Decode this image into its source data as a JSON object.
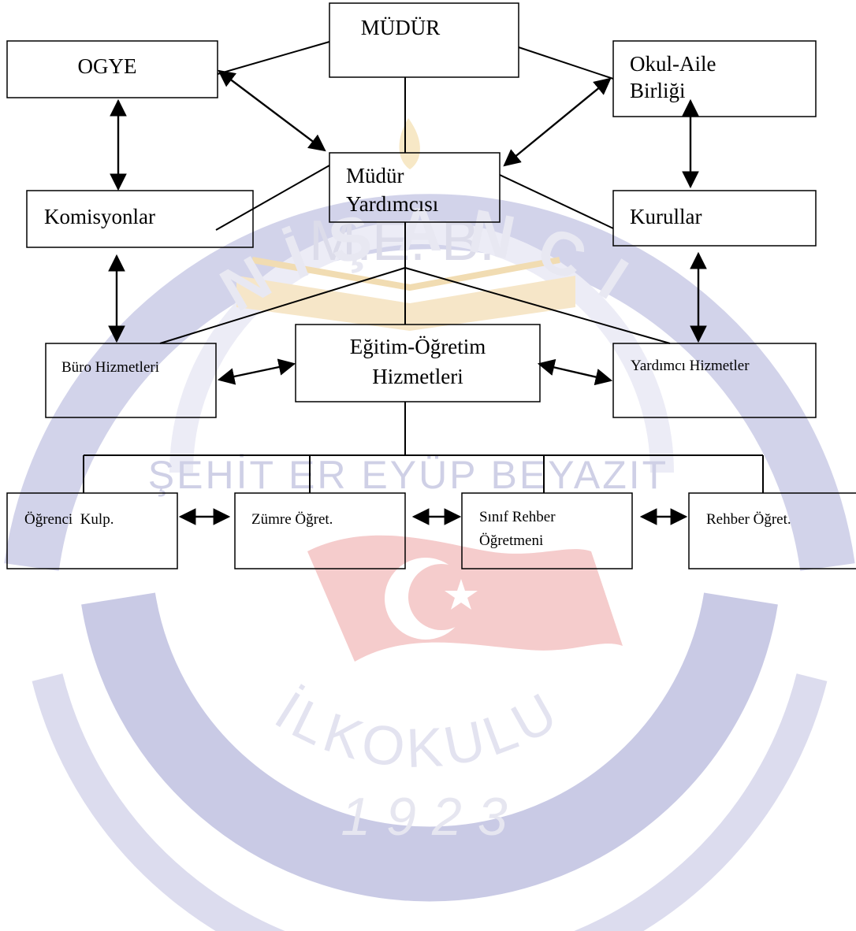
{
  "watermark": {
    "initials": "M.E.  B.",
    "arc_top": "NİŞANCI",
    "arc_middle": "ŞEHİT ER EYÜP BEYAZIT",
    "arc_bottom": "İLKOKULU",
    "year": "1923",
    "colors": {
      "ring": "#d2d3ea",
      "ring_dark": "#c7c8e4",
      "flag": "#f5cccc",
      "book": "#f6e6c8",
      "letters": "#dcdcea"
    }
  },
  "nodes": {
    "mudur": "MÜDÜR",
    "ogye": "OGYE",
    "okul_aile_line1": "Okul-Aile",
    "okul_aile_line2": "Birliği",
    "mudur_yard_line1": "Müdür",
    "mudur_yard_line2": "Yardımcısı",
    "komisyonlar": "Komisyonlar",
    "kurullar": "Kurullar",
    "buro": "Büro Hizmetleri",
    "egitim_line1": "Eğitim-Öğretim",
    "egitim_line2": "Hizmetleri",
    "yardimci": "Yardımcı Hizmetler",
    "ogrenci": "Öğrenci  Kulp.",
    "zumre": "Zümre Öğret.",
    "sinif_line1": "Sınıf Rehber",
    "sinif_line2": "Öğretmeni",
    "rehber": "Rehber Öğret."
  }
}
